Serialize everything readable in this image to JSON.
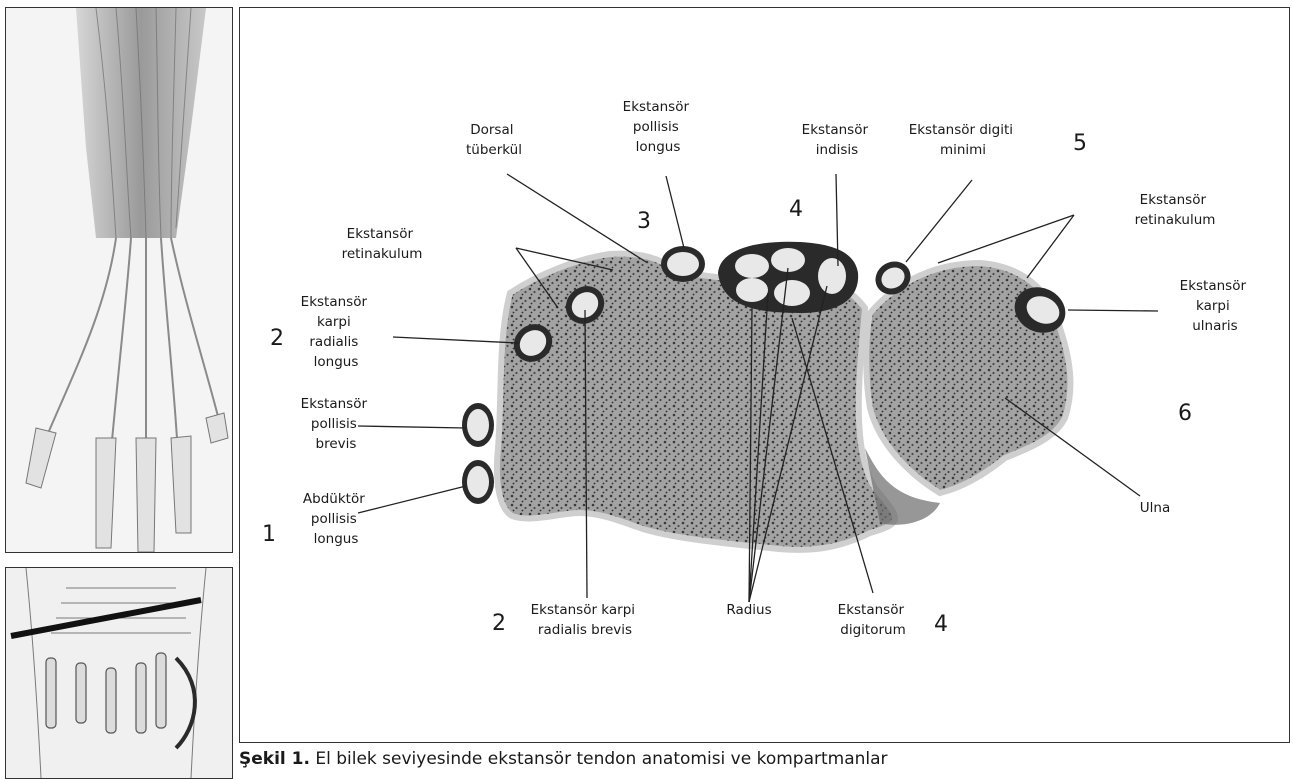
{
  "labels": {
    "dorsal_tuberkul": [
      "Dorsal",
      "tüberkül"
    ],
    "ekstansor_pollisis_longus": [
      "Ekstansör",
      "pollisis",
      "longus"
    ],
    "ekstansor_indisis": [
      "Ekstansör",
      "indisis"
    ],
    "ekstansor_digiti_minimi": [
      "Ekstansör digiti",
      "minimi"
    ],
    "ekstansor_retinakulum_left": [
      "Ekstansör",
      "retinakulum"
    ],
    "ekstansor_retinakulum_right": [
      "Ekstansör",
      "retinakulum"
    ],
    "ekstansor_karpi_radialis_longus": [
      "Ekstansör",
      "karpi",
      "radialis",
      "longus"
    ],
    "ekstansor_karpi_ulnaris": [
      "Ekstansör",
      "karpi",
      "ulnaris"
    ],
    "ekstansor_pollisis_brevis": [
      "Ekstansör",
      "pollisis",
      "brevis"
    ],
    "abduktor_pollisis_longus": [
      "Abdüktör",
      "pollisis",
      "longus"
    ],
    "ekstansor_karpi_radialis_brevis": [
      "Ekstansör karpi",
      "radialis brevis"
    ],
    "radius": [
      "Radius"
    ],
    "ekstansor_digitorum": [
      "Ekstansör",
      "digitorum"
    ],
    "ulna": [
      "Ulna"
    ]
  },
  "compartments": {
    "c1": "1",
    "c2_left": "2",
    "c2_bottom": "2",
    "c3": "3",
    "c4_top": "4",
    "c4_bottom": "4",
    "c5": "5",
    "c6": "6"
  },
  "caption": {
    "prefix": "Şekil 1.",
    "text": " El bilek seviyesinde ekstansör tendon anatomisi ve kompartmanlar"
  },
  "colors": {
    "bone_fill": "#9a9a9a",
    "bone_pores": "#3a3a3a",
    "tendon_fill": "#e8e8e8",
    "sheath": "#2a2a2a",
    "leader": "#222222"
  }
}
